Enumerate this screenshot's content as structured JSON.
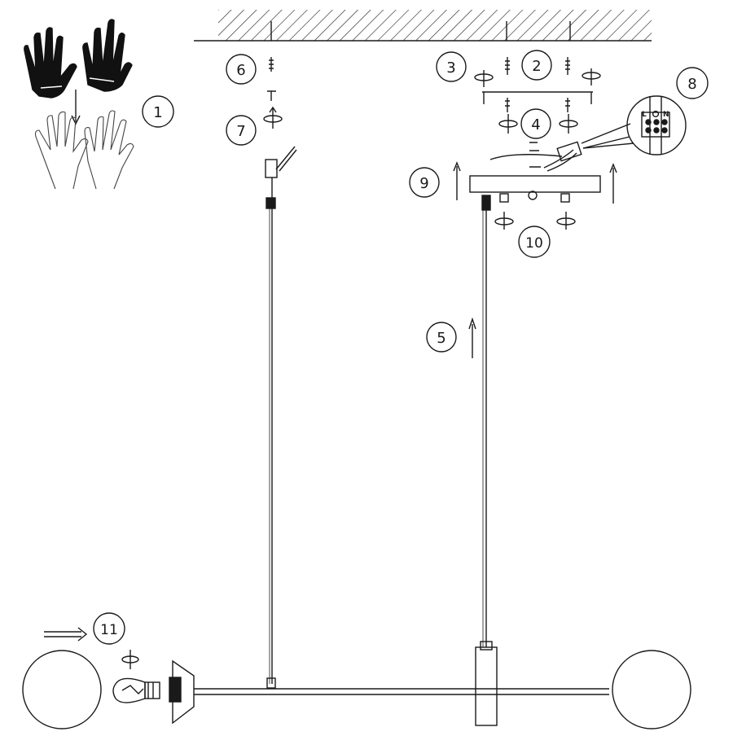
{
  "diagram": {
    "steps": [
      {
        "id": "step-1",
        "number": "1"
      },
      {
        "id": "step-2",
        "number": "2"
      },
      {
        "id": "step-3",
        "number": "3"
      },
      {
        "id": "step-4",
        "number": "4"
      },
      {
        "id": "step-5",
        "number": "5"
      },
      {
        "id": "step-6",
        "number": "6"
      },
      {
        "id": "step-7",
        "number": "7"
      },
      {
        "id": "step-8",
        "number": "8"
      },
      {
        "id": "step-9",
        "number": "9"
      },
      {
        "id": "step-10",
        "number": "10"
      },
      {
        "id": "step-11",
        "number": "11"
      }
    ],
    "terminal_labels": {
      "live": "L",
      "neutral": "N"
    },
    "colors": {
      "line": "#1a1a1a",
      "glove": "#111111",
      "background": "#ffffff"
    }
  }
}
